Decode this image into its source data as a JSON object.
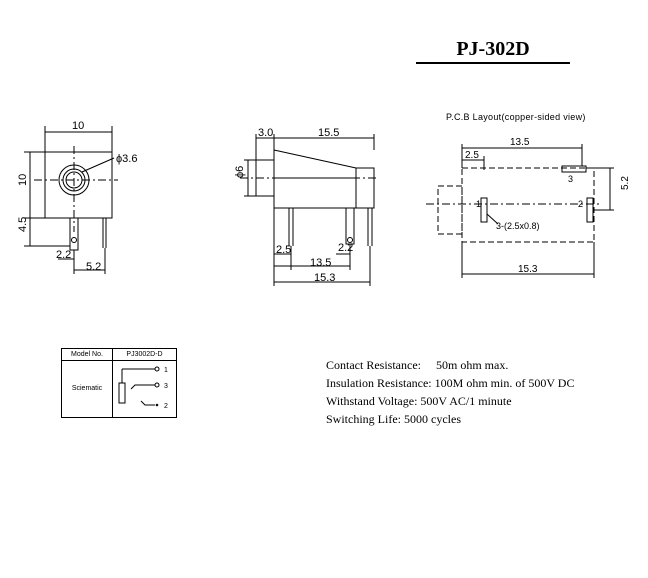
{
  "title": "PJ-302D",
  "pcb_caption": "P.C.B Layout(copper-sided view)",
  "front_view": {
    "width_label": "10",
    "height_label": "10",
    "hole_label": "ϕ3.6",
    "pin_offset_label": "4.5",
    "pin_spacing_label": "2.2",
    "pin_spacing2_label": "5.2"
  },
  "side_view": {
    "flange_label": "3.0",
    "body_label": "15.5",
    "diameter_label": "ϕ6",
    "pin_a_label": "2.5",
    "pin_b_label": "2.2",
    "span_label": "13.5",
    "total_label": "15.3"
  },
  "pcb_view": {
    "top_span_label": "13.5",
    "left_offset_label": "2.5",
    "right_height_label": "5.2",
    "bottom_span_label": "15.3",
    "hole_label": "3-(2.5x0.8)",
    "pin1_label": "1",
    "pin2_label": "2",
    "pin3_label": "3"
  },
  "model_table": {
    "model_header": "Model No.",
    "model_value": "PJ3002D-D",
    "schematic_label": "Sciematic",
    "pin1": "1",
    "pin3": "3",
    "pin2": "2"
  },
  "specs": [
    {
      "name": "Contact Resistance:",
      "value": "50m ohm max."
    },
    {
      "name": "Insulation Resistance:",
      "value": "100M ohm min. of 500V DC"
    },
    {
      "name": "Withstand Voltage:",
      "value": "500V AC/1 minute"
    },
    {
      "name": "Switching Life:",
      "value": "5000 cycles"
    }
  ]
}
